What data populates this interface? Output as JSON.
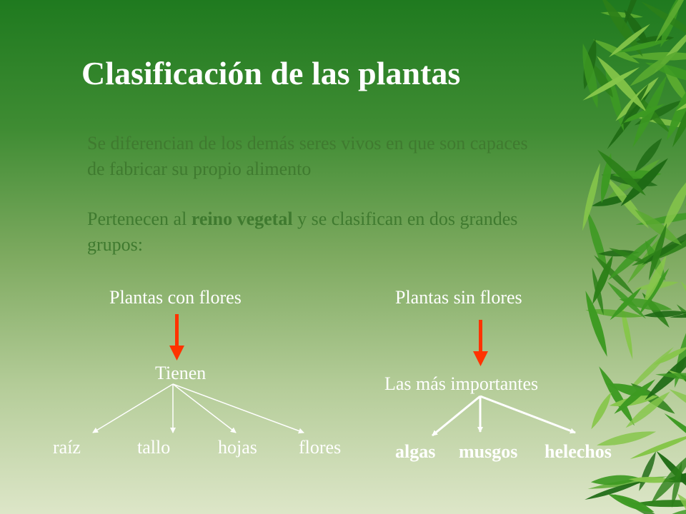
{
  "title": "Clasificación de las plantas",
  "intro": "Se diferencian de los demás seres vivos en que son capaces de fabricar su propio alimento",
  "belong": {
    "before": "Pertenecen al ",
    "bold": "reino vegetal",
    "after": " y  se clasifican en dos grandes grupos:"
  },
  "groups": {
    "with_flowers": {
      "title": "Plantas con flores",
      "connector": "Tienen",
      "parts": [
        "raíz",
        "tallo",
        "hojas",
        "flores"
      ]
    },
    "without_flowers": {
      "title": "Plantas sin flores",
      "connector": "Las más importantes",
      "types": [
        "algas",
        "musgos",
        "helechos"
      ]
    }
  },
  "colors": {
    "arrow": "#ff3300",
    "text_light": "#ffffff",
    "text_green": "#3f7a2f",
    "leaf_dark": "#1e6a14",
    "leaf_mid": "#3d9a22",
    "leaf_light": "#86c64a"
  }
}
